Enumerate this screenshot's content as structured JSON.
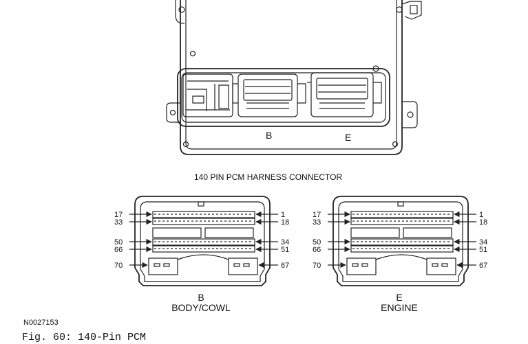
{
  "module_callouts": {
    "left": "B",
    "right": "E"
  },
  "harness_title": "140 PIN PCM HARNESS CONNECTOR",
  "connectors": [
    {
      "id": "B",
      "letter": "B",
      "name": "BODY/COWL",
      "pins": {
        "r1_left": "17",
        "r1_right": "1",
        "r2_left": "33",
        "r2_right": "18",
        "r3_left": "50",
        "r3_right": "34",
        "r4_left": "66",
        "r4_right": "51",
        "r5_left": "70",
        "r5_right": "67"
      }
    },
    {
      "id": "E",
      "letter": "E",
      "name": "ENGINE",
      "pins": {
        "r1_left": "17",
        "r1_right": "1",
        "r2_left": "33",
        "r2_right": "18",
        "r3_left": "50",
        "r3_right": "34",
        "r4_left": "66",
        "r4_right": "51",
        "r5_left": "70",
        "r5_right": "67"
      }
    }
  ],
  "reference_code": "N0027153",
  "caption": "Fig. 60: 140-Pin PCM"
}
